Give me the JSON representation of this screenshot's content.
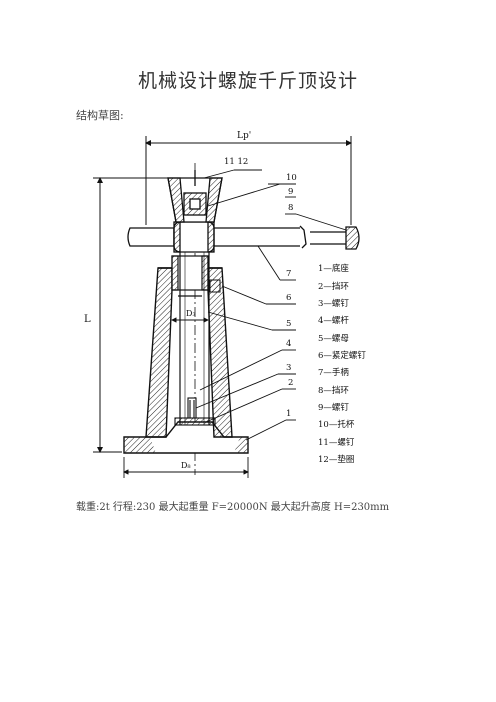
{
  "document": {
    "title": "机械设计螺旋千斤顶设计",
    "section_label": "结构草图:",
    "caption": "载重:2t 行程:230 最大起重量 F=20000N 最大起升高度 H=230mm"
  },
  "drawing": {
    "dimension_labels": {
      "lp": "Lp'",
      "l": "L",
      "d3": "D₃",
      "d8": "D₈"
    },
    "callouts": [
      "11 12",
      "10",
      "9",
      "8",
      "7",
      "6",
      "5",
      "4",
      "3",
      "2",
      "1"
    ],
    "legend": [
      "1—底座",
      "2—挡环",
      "3—螺钉",
      "4—螺杆",
      "5—螺母",
      "6—紧定螺钉",
      "7—手柄",
      "8—挡环",
      "9—螺钉",
      "10—托杯",
      "11—螺钉",
      "12—垫圈"
    ]
  }
}
